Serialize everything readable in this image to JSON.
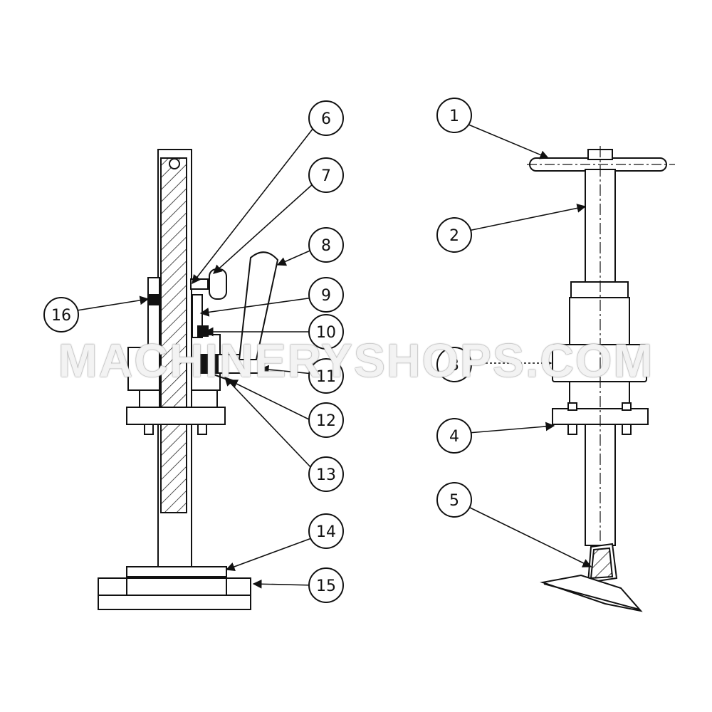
{
  "diagram": {
    "line_color": "#111111",
    "hatch_color": "#222222",
    "background": "#ffffff",
    "left_callouts": [
      {
        "label": "6"
      },
      {
        "label": "7"
      },
      {
        "label": "8"
      },
      {
        "label": "9"
      },
      {
        "label": "10"
      },
      {
        "label": "11"
      },
      {
        "label": "12"
      },
      {
        "label": "13"
      },
      {
        "label": "14"
      },
      {
        "label": "15"
      },
      {
        "label": "16"
      }
    ],
    "right_callouts": [
      {
        "label": "1"
      },
      {
        "label": "2"
      },
      {
        "label": "3"
      },
      {
        "label": "4"
      },
      {
        "label": "5"
      }
    ]
  },
  "watermark": {
    "text": "MACHINERYSHOPS.COM",
    "color": "#ffffff"
  }
}
